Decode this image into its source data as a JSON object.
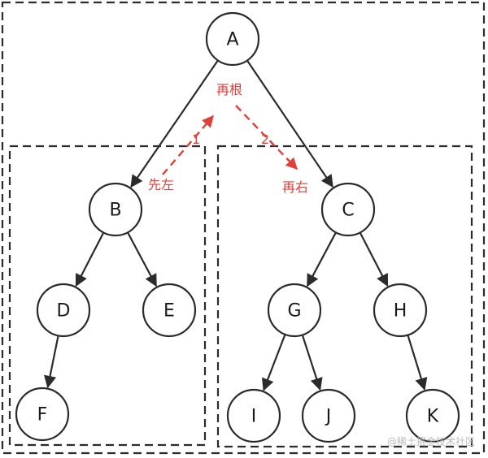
{
  "diagram": {
    "nodes": [
      {
        "id": "A",
        "label": "A"
      },
      {
        "id": "B",
        "label": "B"
      },
      {
        "id": "C",
        "label": "C"
      },
      {
        "id": "D",
        "label": "D"
      },
      {
        "id": "E",
        "label": "E"
      },
      {
        "id": "F",
        "label": "F"
      },
      {
        "id": "G",
        "label": "G"
      },
      {
        "id": "H",
        "label": "H"
      },
      {
        "id": "I",
        "label": "I"
      },
      {
        "id": "J",
        "label": "J"
      },
      {
        "id": "K",
        "label": "K"
      }
    ],
    "edges": [
      [
        "A",
        "B"
      ],
      [
        "A",
        "C"
      ],
      [
        "B",
        "D"
      ],
      [
        "B",
        "E"
      ],
      [
        "D",
        "F"
      ],
      [
        "C",
        "G"
      ],
      [
        "C",
        "H"
      ],
      [
        "G",
        "I"
      ],
      [
        "G",
        "J"
      ],
      [
        "H",
        "K"
      ]
    ],
    "annotations": {
      "root": "再根",
      "left": "先左",
      "right": "再右",
      "step1": "1",
      "step2": "2"
    },
    "colors": {
      "accent": "#e0403a",
      "line": "#2b2b2b"
    }
  },
  "watermark": "@稀土掘金技术社区"
}
